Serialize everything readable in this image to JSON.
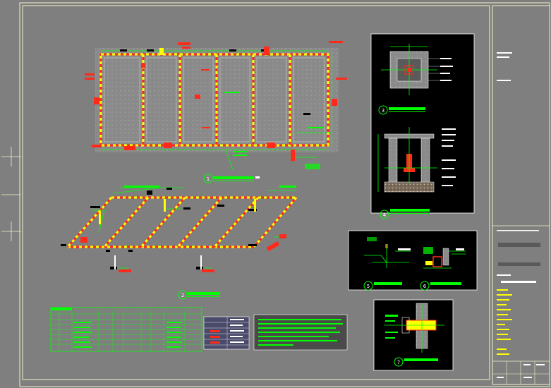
{
  "drawing": {
    "background": "#7f7f7f",
    "frame_color": "#f2f2c8",
    "pipe_red": "#ff2a1a",
    "pipe_yellow": "#ffff00",
    "dim_green": "#00ff00",
    "panel_black": "#000000"
  },
  "views": [
    {
      "id": "plan",
      "number": "1",
      "title_text": ""
    },
    {
      "id": "axon",
      "number": "2",
      "title_text": ""
    },
    {
      "id": "detail-3",
      "number": "3",
      "title_text": ""
    },
    {
      "id": "detail-4",
      "number": "4",
      "title_text": ""
    },
    {
      "id": "detail-5",
      "number": "5",
      "title_text": ""
    },
    {
      "id": "detail-6",
      "number": "6",
      "title_text": ""
    },
    {
      "id": "detail-7",
      "number": "7",
      "title_text": ""
    }
  ],
  "icons": {
    "view_marker": "circled-number-icon",
    "crosshair": "crosshair-icon",
    "valve": "valve-icon"
  }
}
